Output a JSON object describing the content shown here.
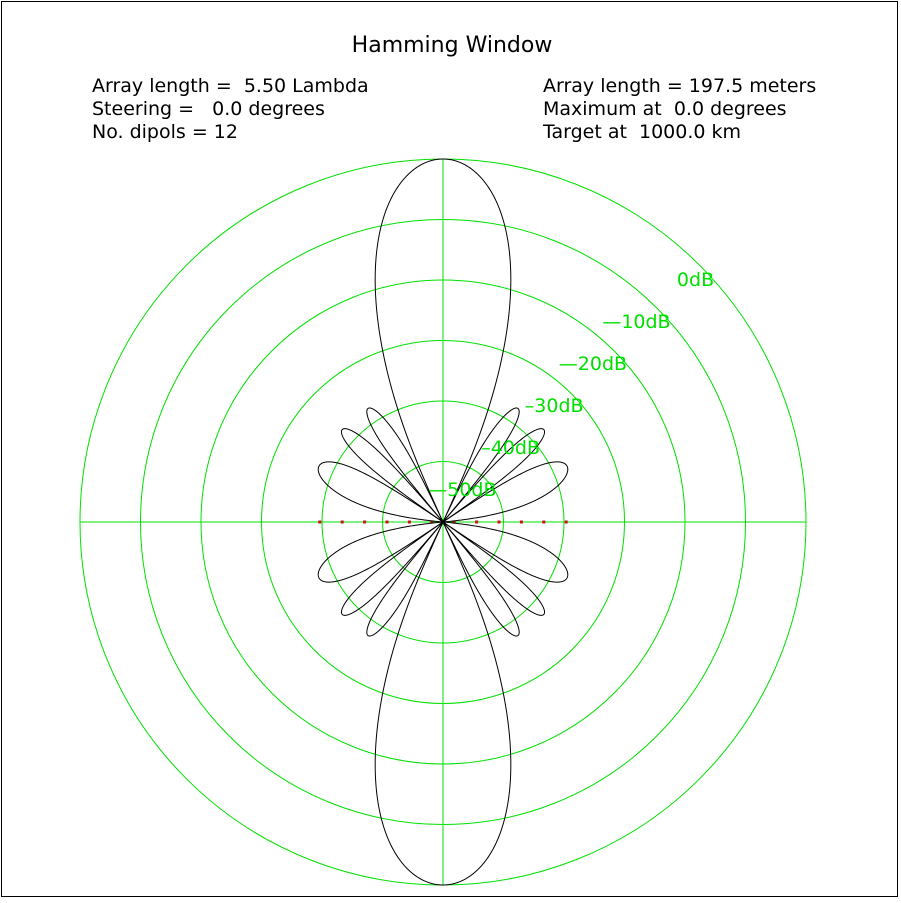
{
  "title": "Hamming Window",
  "info_left": [
    "Array length =  5.50 Lambda",
    "Steering =   0.0 degrees",
    "No. dipols = 12"
  ],
  "info_right": [
    "Array length = 197.5 meters",
    "Maximum at  0.0 degrees",
    "Target at  1000.0 km"
  ],
  "chart_data": {
    "type": "polar",
    "title": "Hamming Window",
    "window": "hamming",
    "num_elements": 12,
    "element_spacing_lambda": 0.5,
    "steering_deg": 0.0,
    "radial_unit": "dB",
    "radial_range_db": [
      -60,
      0
    ],
    "ring_labels": [
      "0dB",
      "—10dB",
      "—20dB",
      "–30dB",
      "–40dB",
      "—50dB"
    ],
    "ring_values_db": [
      0,
      -10,
      -20,
      -30,
      -40,
      -50
    ],
    "main_lobe_directions_deg": [
      0,
      180
    ],
    "pattern_peak_db": 0,
    "grid": true,
    "grid_color": "#00e000",
    "pattern_color": "#000000",
    "element_marker_color": "#d01010"
  }
}
